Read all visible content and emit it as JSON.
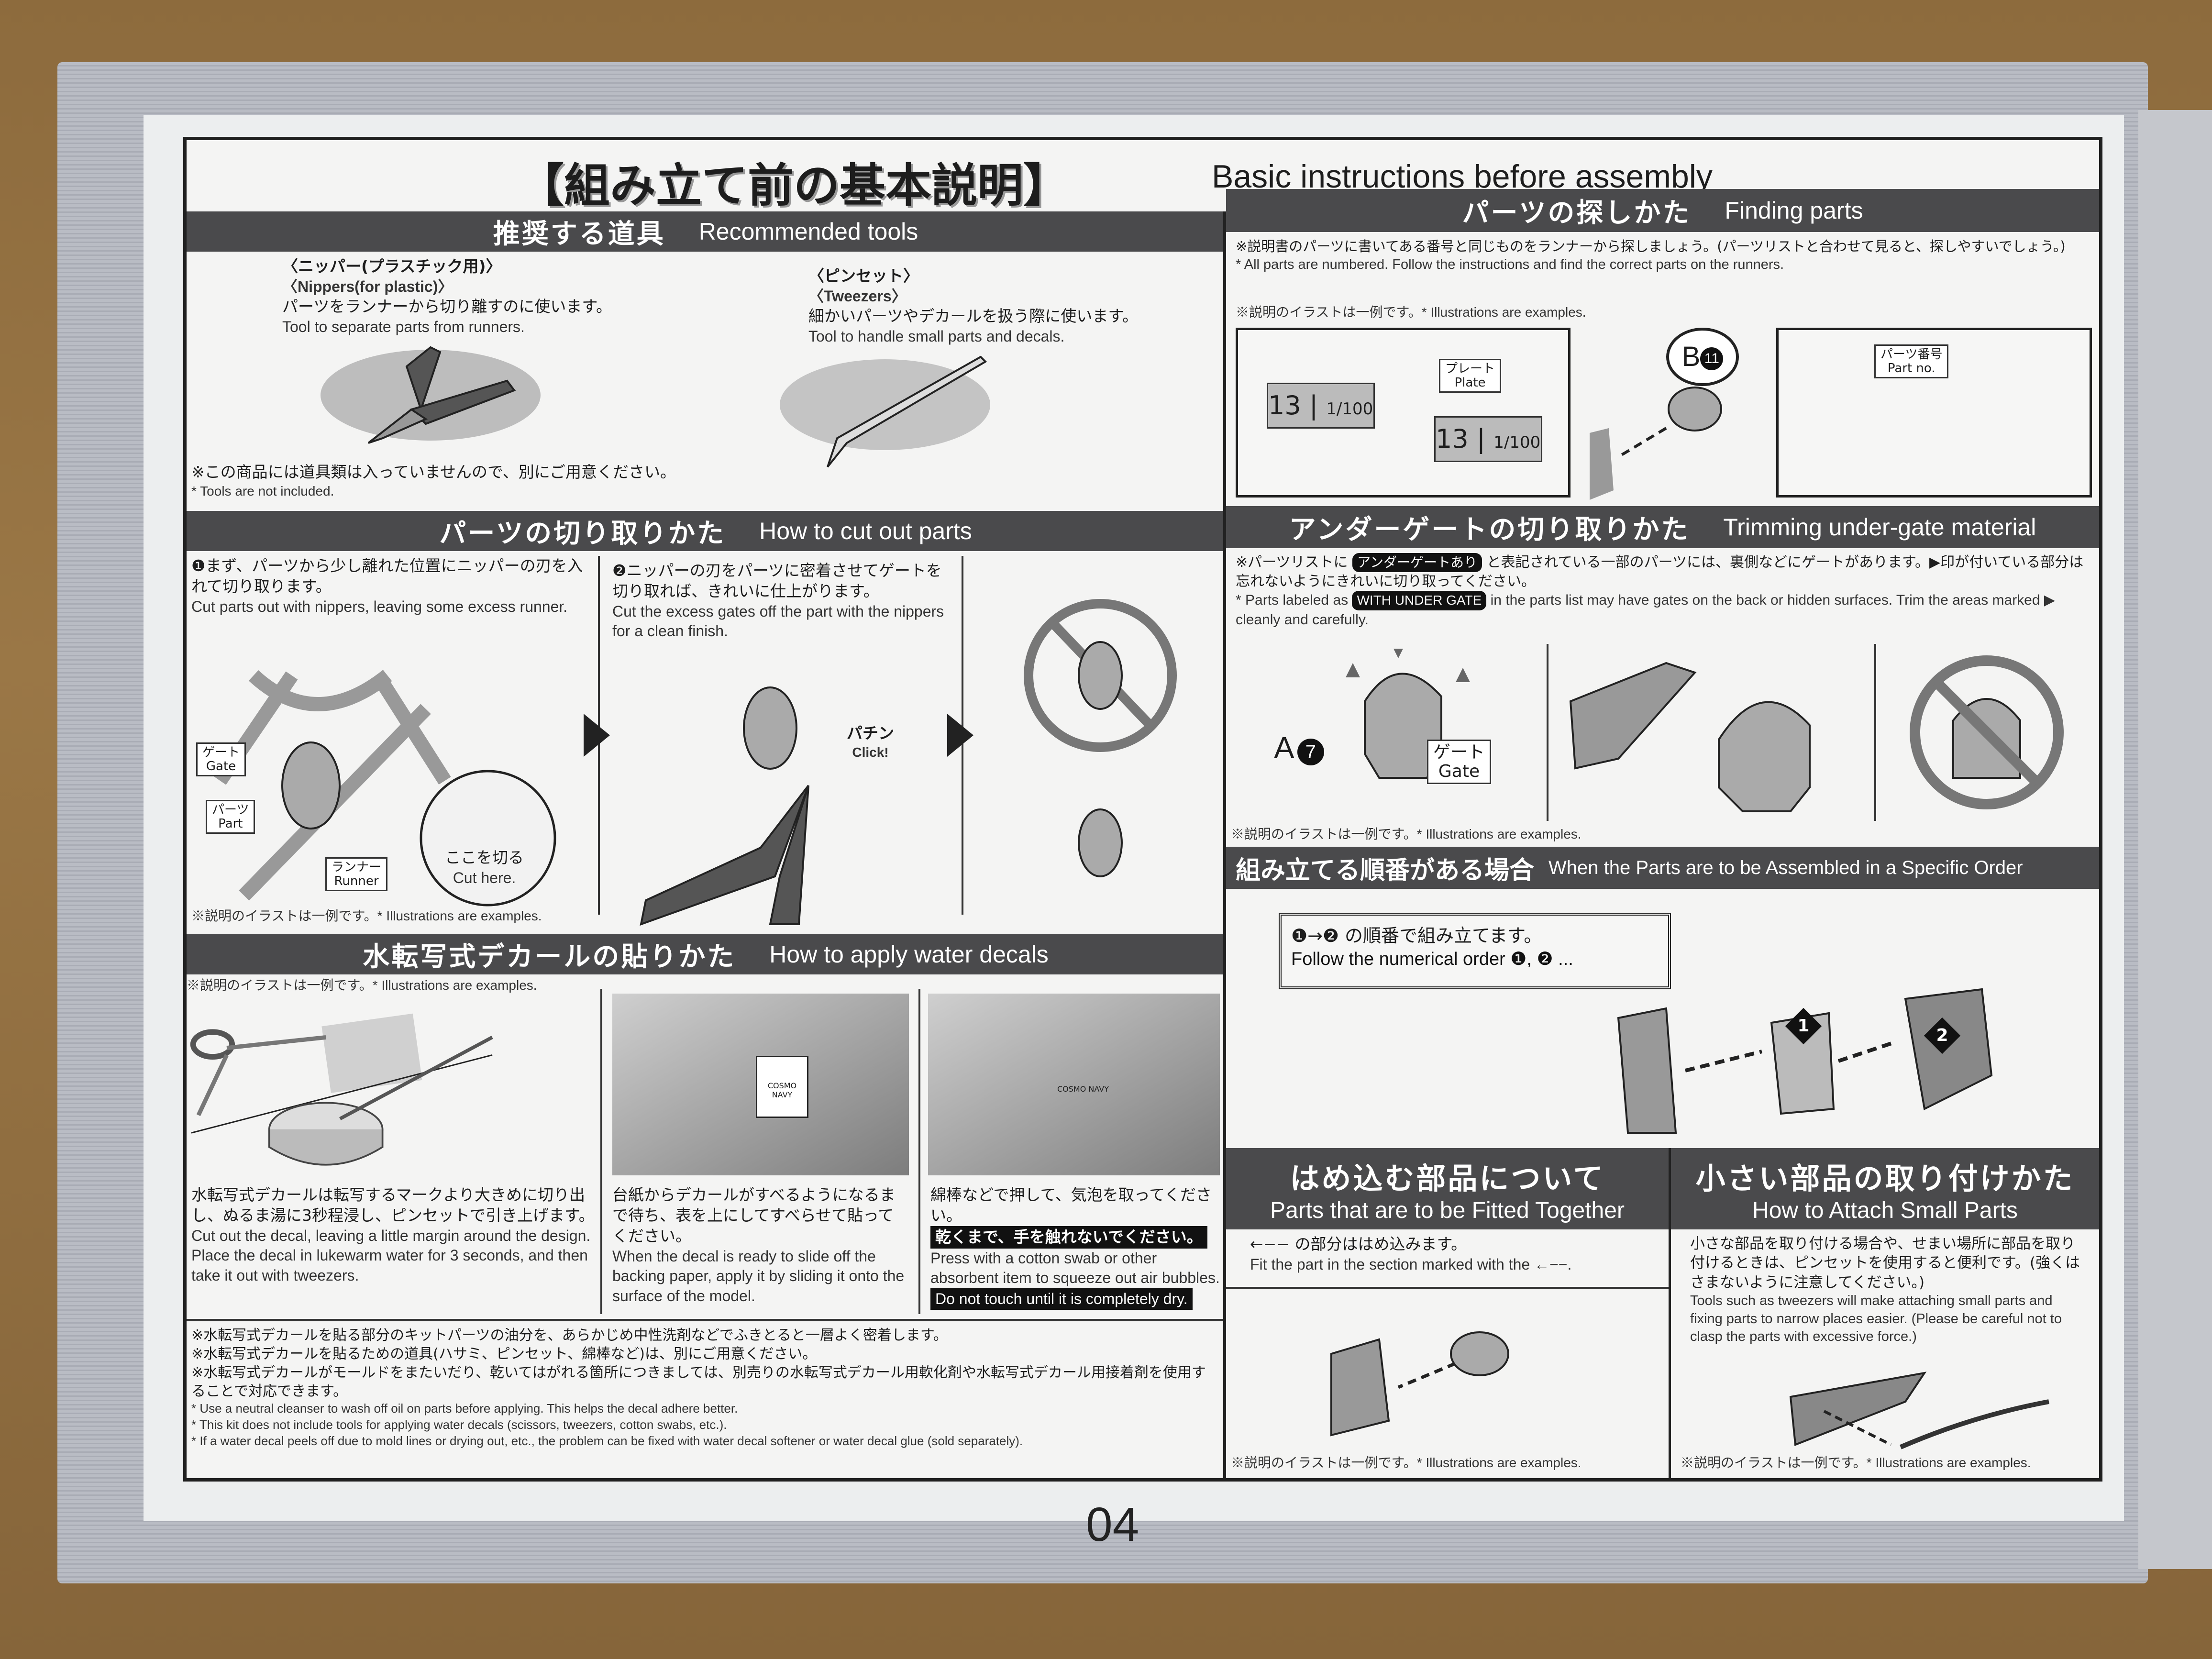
{
  "title": {
    "jp": "【組み立て前の基本説明】",
    "en": "Basic instructions before assembly"
  },
  "tools": {
    "header_jp": "推奨する道具",
    "header_en": "Recommended tools",
    "nippers": {
      "name_jp": "〈ニッパー(プラスチック用)〉",
      "name_en": "〈Nippers(for plastic)〉",
      "desc_jp": "パーツをランナーから切り離すのに使います。",
      "desc_en": "Tool to separate parts from runners."
    },
    "tweezers": {
      "name_jp": "〈ピンセット〉",
      "name_en": "〈Tweezers〉",
      "desc_jp": "細かいパーツやデカールを扱う際に使います。",
      "desc_en": "Tool to handle small parts and decals."
    },
    "note_jp": "※この商品には道具類は入っていませんので、別にご用意ください。",
    "note_en": "* Tools are not included."
  },
  "cut": {
    "header_jp": "パーツの切り取りかた",
    "header_en": "How to cut out parts",
    "step1_jp": "❶まず、パーツから少し離れた位置にニッパーの刃を入れて切り取ります。",
    "step1_en": "Cut parts out with nippers, leaving some excess runner.",
    "step2_jp": "❷ニッパーの刃をパーツに密着させてゲートを切り取れば、きれいに仕上がります。",
    "step2_en": "Cut the excess gates off the part with the nippers for a clean finish.",
    "labels": {
      "gate_jp": "ゲート",
      "gate_en": "Gate",
      "part_jp": "パーツ",
      "part_en": "Part",
      "runner_jp": "ランナー",
      "runner_en": "Runner",
      "cut_jp": "ここを切る",
      "cut_en": "Cut here.",
      "click_jp": "パチン",
      "click_en": "Click!"
    },
    "note": "※説明のイラストは一例です。* Illustrations are examples."
  },
  "decal": {
    "header_jp": "水転写式デカールの貼りかた",
    "header_en": "How to apply water decals",
    "note": "※説明のイラストは一例です。* Illustrations are examples.",
    "step1_jp": "水転写式デカールは転写するマークより大きめに切り出し、ぬるま湯に3秒程浸し、ピンセットで引き上げます。",
    "step1_en": "Cut out the decal, leaving a little margin around the design. Place the decal in lukewarm water for 3 seconds, and then take it out with tweezers.",
    "step2_jp": "台紙からデカールがすべるようになるまで待ち、表を上にしてすべらせて貼ってください。",
    "step2_en": "When the decal is ready to slide off the backing paper, apply it by sliding it onto the surface of the model.",
    "step3_jp": "綿棒などで押して、気泡を取ってください。",
    "step3_warn_jp": "乾くまで、手を触れないでください。",
    "step3_en": "Press with a cotton swab or other absorbent item to squeeze out air bubbles.",
    "step3_warn_en": "Do not touch until it is completely dry.",
    "decal_mark": "COSMO NAVY",
    "notes_jp": [
      "※水転写式デカールを貼る部分のキットパーツの油分を、あらかじめ中性洗剤などでふきとると一層よく密着します。",
      "※水転写式デカールを貼るための道具(ハサミ、ピンセット、綿棒など)は、別にご用意ください。",
      "※水転写式デカールがモールドをまたいだり、乾いてはがれる箇所につきましては、別売りの水転写式デカール用軟化剤や水転写式デカール用接着剤を使用することで対応できます。"
    ],
    "notes_en": [
      "* Use a neutral cleanser to wash off oil on parts before applying. This helps the decal adhere better.",
      "* This kit does not include tools for applying water decals (scissors, tweezers, cotton swabs, etc.).",
      "* If a water decal peels off due to mold lines or drying out, etc., the problem can be fixed with water decal softener or water decal glue (sold separately)."
    ]
  },
  "finding": {
    "header_jp": "パーツの探しかた",
    "header_en": "Finding parts",
    "desc_jp": "※説明書のパーツに書いてある番号と同じものをランナーから探しましょう。(パーツリストと合わせて見ると、探しやすいでしょう。)",
    "desc_en": "* All parts are numbered. Follow the instructions and find the correct parts on the runners.",
    "note": "※説明のイラストは一例です。* Illustrations are examples.",
    "plate_jp": "プレート",
    "plate_en": "Plate",
    "plate_no": "13",
    "scale": "1/100",
    "part_ref_letter": "B",
    "part_ref_num": "11",
    "partno_jp": "パーツ番号",
    "partno_en": "Part no."
  },
  "undergate": {
    "header_jp": "アンダーゲートの切り取りかた",
    "header_en": "Trimming under-gate material",
    "desc_jp_1": "※パーツリストに",
    "badge_jp": "アンダーゲートあり",
    "desc_jp_2": "と表記されている一部のパーツには、裏側などにゲートがあります。▶印が付いている部分は忘れないようにきれいに切り取ってください。",
    "desc_en_1": "* Parts labeled as",
    "badge_en": "WITH UNDER GATE",
    "desc_en_2": "in the parts list may have gates on the back or hidden surfaces. Trim the areas marked ▶ cleanly and carefully.",
    "part_letter": "A",
    "part_num": "7",
    "gate_jp": "ゲート",
    "gate_en": "Gate",
    "note": "※説明のイラストは一例です。* Illustrations are examples."
  },
  "order": {
    "header_jp": "組み立てる順番がある場合",
    "header_en": "When the Parts are to be Assembled in a Specific Order",
    "desc_jp": "❶→❷ の順番で組み立てます。",
    "desc_en": "Follow the numerical order ❶, ❷ ...",
    "step1": "1",
    "step2": "2"
  },
  "fitted": {
    "header_jp": "はめ込む部品について",
    "header_en": "Parts that are to be Fitted Together",
    "desc_jp": "←−− の部分ははめ込みます。",
    "desc_en": "Fit the part in the section marked with the ←−−.",
    "note": "※説明のイラストは一例です。* Illustrations are examples."
  },
  "small": {
    "header_jp": "小さい部品の取り付けかた",
    "header_en": "How to Attach Small Parts",
    "desc_jp": "小さな部品を取り付ける場合や、せまい場所に部品を取り付けるときは、ピンセットを使用すると便利です。(強くはさまないように注意してください。)",
    "desc_en": "Tools such as tweezers will make attaching small parts and fixing parts to narrow places easier. (Please be careful not to clasp the parts with excessive force.)",
    "note": "※説明のイラストは一例です。* Illustrations are examples."
  },
  "page_number": "04"
}
